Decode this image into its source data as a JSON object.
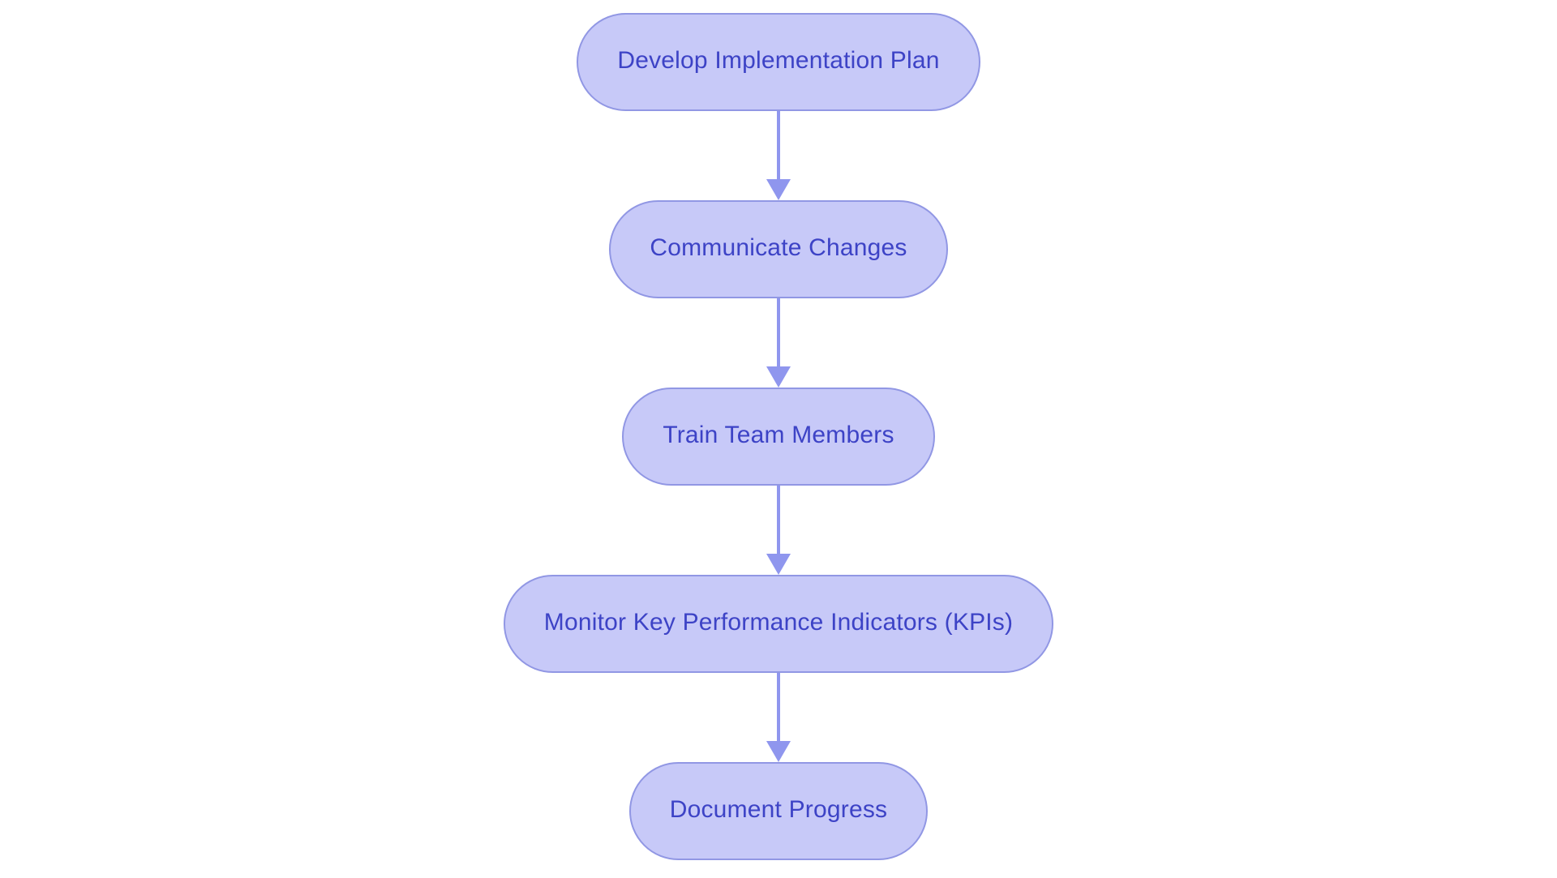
{
  "diagram": {
    "type": "flowchart",
    "direction": "top-to-bottom",
    "style": {
      "background": "#ffffff",
      "node_fill": "#c7c9f8",
      "node_border": "#9197e4",
      "node_text_color": "#3d43c6",
      "arrow_color": "#8f96ee"
    },
    "nodes": [
      {
        "id": "step-1",
        "label": "Develop Implementation Plan"
      },
      {
        "id": "step-2",
        "label": "Communicate Changes"
      },
      {
        "id": "step-3",
        "label": "Train Team Members"
      },
      {
        "id": "step-4",
        "label": "Monitor Key Performance Indicators (KPIs)"
      },
      {
        "id": "step-5",
        "label": "Document Progress"
      }
    ],
    "edges": [
      {
        "from": "step-1",
        "to": "step-2"
      },
      {
        "from": "step-2",
        "to": "step-3"
      },
      {
        "from": "step-3",
        "to": "step-4"
      },
      {
        "from": "step-4",
        "to": "step-5"
      }
    ]
  }
}
